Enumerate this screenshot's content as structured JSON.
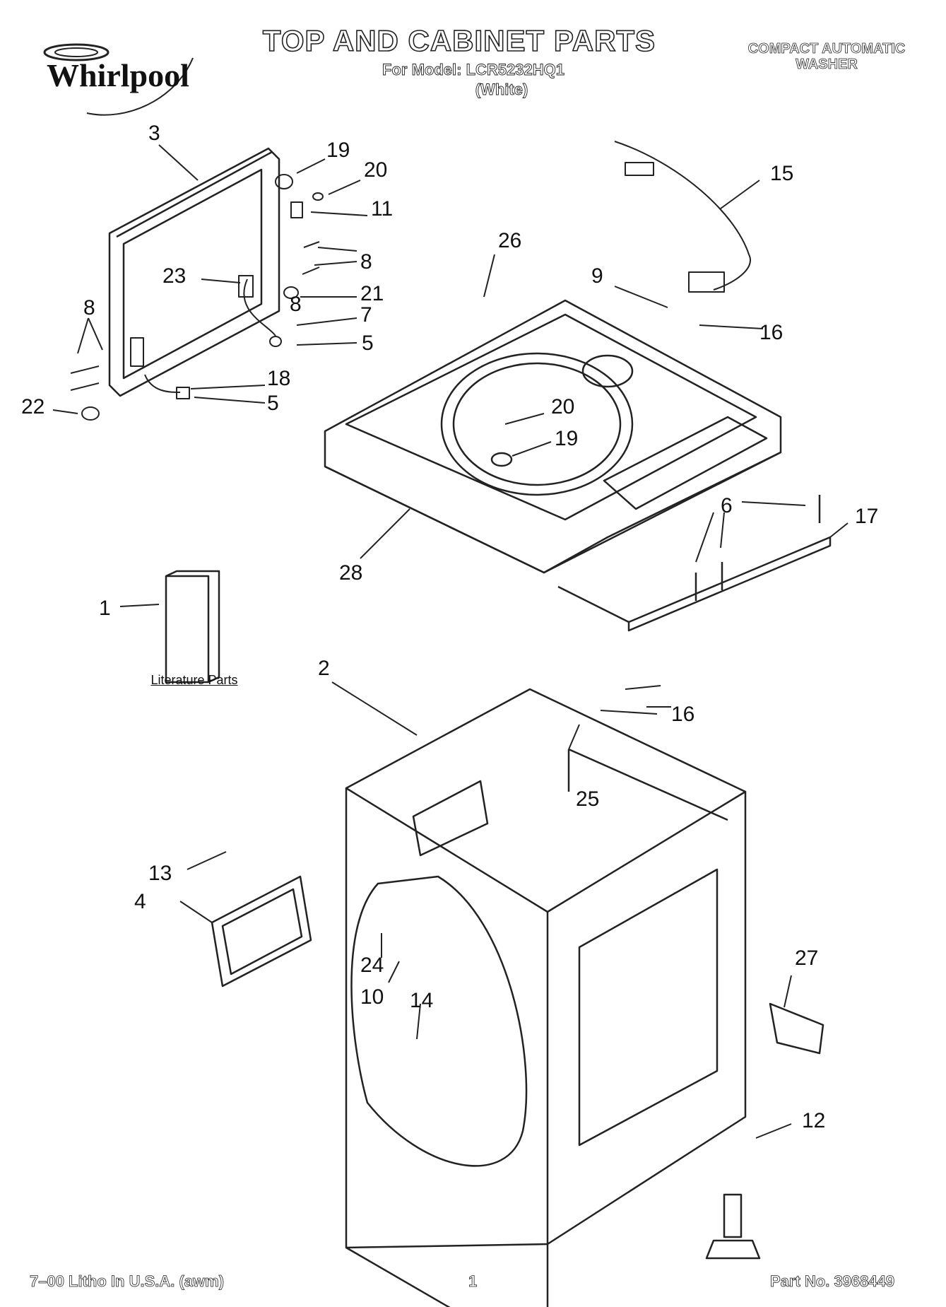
{
  "header": {
    "brand": "Whirlpool",
    "title": "TOP AND CABINET PARTS",
    "model_line": "For Model: LCR5232HQ1",
    "color_line": "(White)",
    "appliance": [
      "COMPACT AUTOMATIC",
      "WASHER"
    ]
  },
  "diagram": {
    "literature_label": "Literature Parts",
    "callouts": [
      "3",
      "19",
      "20",
      "11",
      "8",
      "8",
      "23",
      "21",
      "7",
      "5",
      "8",
      "18",
      "5",
      "22",
      "15",
      "26",
      "9",
      "16",
      "20",
      "19",
      "6",
      "17",
      "28",
      "1",
      "2",
      "16",
      "25",
      "13",
      "4",
      "24",
      "10",
      "14",
      "27",
      "12"
    ]
  },
  "footer": {
    "left": "7–00 Litho In U.S.A. (awm)",
    "center": "1",
    "right": "Part No. 3968449"
  }
}
